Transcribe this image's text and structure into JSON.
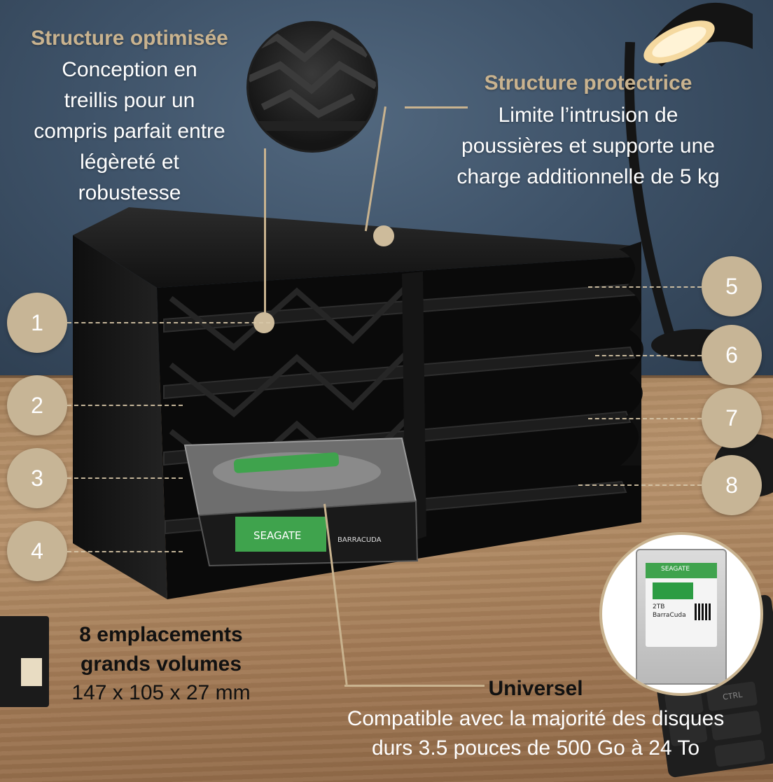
{
  "features": {
    "structure_optimisee": {
      "title": "Structure optimisée",
      "lines": [
        "Conception en",
        "treillis pour un",
        "compris parfait entre",
        "légèreté et",
        "robustesse"
      ]
    },
    "structure_protectrice": {
      "title": "Structure protectrice",
      "lines": [
        "Limite l’intrusion de",
        "poussières et supporte une",
        "charge additionnelle de 5 kg"
      ]
    },
    "emplacements": {
      "title_lines": [
        "8 emplacements",
        "grands volumes"
      ],
      "dimensions": "147 x 105 x 27 mm"
    },
    "universel": {
      "title": "Universel",
      "lines": [
        "Compatible avec la majorité des disques",
        "durs 3.5 pouces de 500 Go à 24 To"
      ]
    }
  },
  "slots": {
    "left": [
      "1",
      "2",
      "3",
      "4"
    ],
    "right": [
      "5",
      "6",
      "7",
      "8"
    ]
  },
  "drive": {
    "brand": "SEAGATE",
    "model": "BARRACUDA",
    "small_brand": "SEAGATE",
    "capacity": "2TB",
    "model_small": "BarraCuda"
  },
  "colors": {
    "gold": "#c9b38f",
    "badge": "#c7b596",
    "seagate_green": "#3fa34d"
  }
}
